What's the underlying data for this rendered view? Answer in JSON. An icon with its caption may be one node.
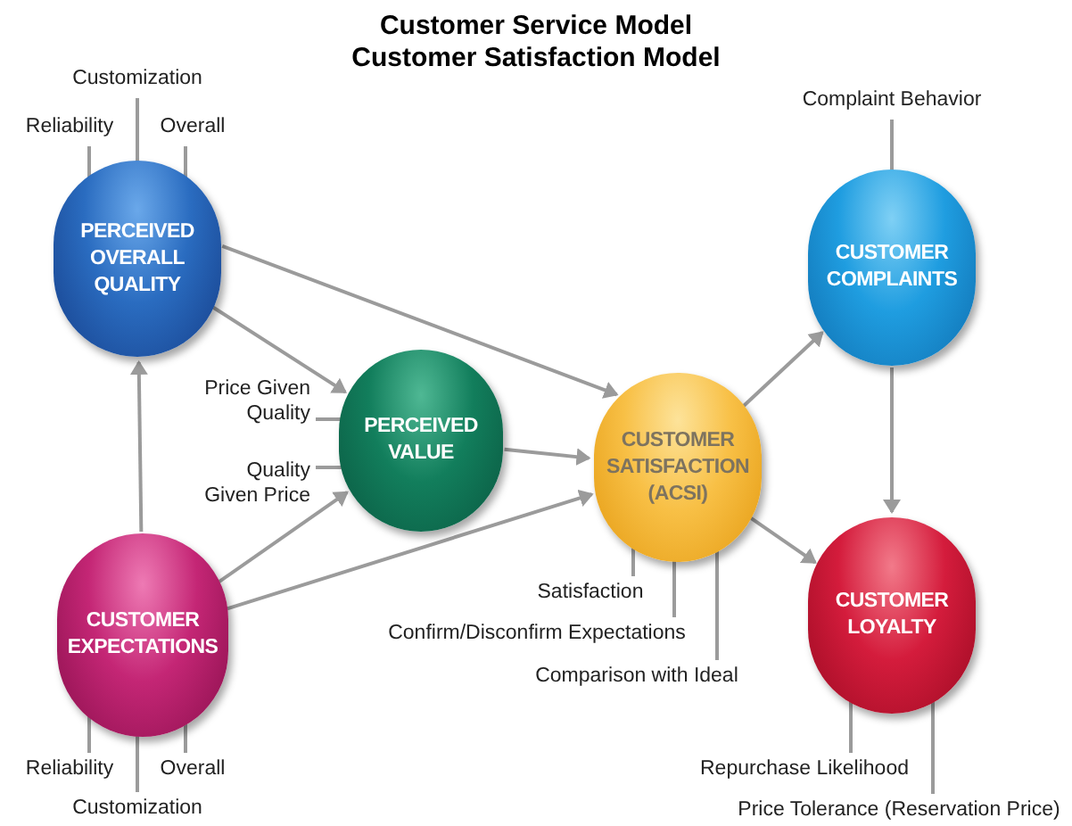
{
  "diagram": {
    "title": "Customer Service Model",
    "nodes": [
      {
        "text": [
          "PERCEIVED OVERALL QUALITY"
        ]
      },
      {
        "text": [
          "PERCEIVED VALUE"
        ]
      },
      {
        "text": [
          "CUSTOMER SATISFACTION (ACSI)"
        ]
      },
      {
        "text": [
          "CUSTOMER COMPLAINTS"
        ]
      },
      {
        "text": [
          "CUSTOMER LOYALTY"
        ]
      },
      {
        "text": [
          "CUSTOMER EXPECTATIONS"
        ]
      },
      {
        "text": [
          "Customization"
        ]
      },
      {
        "text": [
          "Reliability"
        ]
      },
      {
        "text": [
          "Overall"
        ]
      },
      {
        "text": [
          "Price Given Quality"
        ]
      },
      {
        "text": [
          "Quality Given Price"
        ]
      },
      {
        "text": [
          "Complaint Behavior"
        ]
      },
      {
        "text": [
          "Satisfaction"
        ]
      },
      {
        "text": [
          "Confirm/Disconfirm Expectations"
        ]
      },
      {
        "text": [
          "Comparison with Ideal"
        ]
      },
      {
        "text": [
          "Reliability"
        ]
      },
      {
        "text": [
          "Overall"
        ]
      },
      {
        "text": [
          "Customization"
        ]
      },
      {
        "text": [
          "Repurchase Likelihood"
        ]
      },
      {
        "text": [
          "Price Tolerance (Reservation Price)"
        ]
      }
    ],
    "edges": [
      {
        "from": 5,
        "to": 0,
        "arrow": "to"
      },
      {
        "from": 0,
        "to": 1,
        "arrow": "to"
      },
      {
        "from": 0,
        "to": 2,
        "arrow": "to"
      },
      {
        "from": 5,
        "to": 1,
        "arrow": "to"
      },
      {
        "from": 5,
        "to": 2,
        "arrow": "to"
      },
      {
        "from": 1,
        "to": 2,
        "arrow": "to"
      },
      {
        "from": 2,
        "to": 3,
        "arrow": "to"
      },
      {
        "from": 2,
        "to": 4,
        "arrow": "to"
      },
      {
        "from": 3,
        "to": 4,
        "arrow": "to"
      },
      {
        "from": 6,
        "to": 0,
        "arrow": "none"
      },
      {
        "from": 7,
        "to": 0,
        "arrow": "none"
      },
      {
        "from": 8,
        "to": 0,
        "arrow": "none"
      },
      {
        "from": 9,
        "to": 1,
        "arrow": "none"
      },
      {
        "from": 10,
        "to": 1,
        "arrow": "none"
      },
      {
        "from": 11,
        "to": 3,
        "arrow": "none"
      },
      {
        "from": 12,
        "to": 2,
        "arrow": "none"
      },
      {
        "from": 13,
        "to": 2,
        "arrow": "none"
      },
      {
        "from": 14,
        "to": 2,
        "arrow": "none"
      },
      {
        "from": 15,
        "to": 5,
        "arrow": "none"
      },
      {
        "from": 16,
        "to": 5,
        "arrow": "none"
      },
      {
        "from": 17,
        "to": 5,
        "arrow": "none"
      },
      {
        "from": 18,
        "to": 4,
        "arrow": "none"
      },
      {
        "from": 19,
        "to": 4,
        "arrow": "none"
      }
    ],
    "labels": [
      "Customer Satisfaction Model"
    ]
  }
}
